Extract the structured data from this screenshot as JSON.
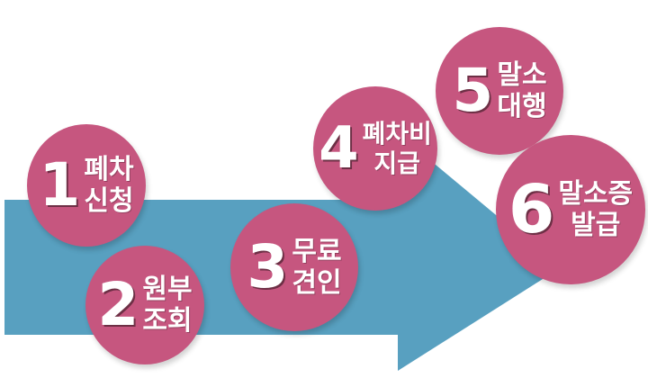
{
  "colors": {
    "arrow": "#58a0c0",
    "circle": "#c6567f",
    "text": "#ffffff"
  },
  "steps": [
    {
      "num": "1",
      "line1": "폐차",
      "line2": "신청"
    },
    {
      "num": "2",
      "line1": "원부",
      "line2": "조회"
    },
    {
      "num": "3",
      "line1": "무료",
      "line2": "견인"
    },
    {
      "num": "4",
      "line1": "폐차비",
      "line2": "지급"
    },
    {
      "num": "5",
      "line1": "말소",
      "line2": "대행"
    },
    {
      "num": "6",
      "line1": "말소증",
      "line2": "발급"
    }
  ]
}
